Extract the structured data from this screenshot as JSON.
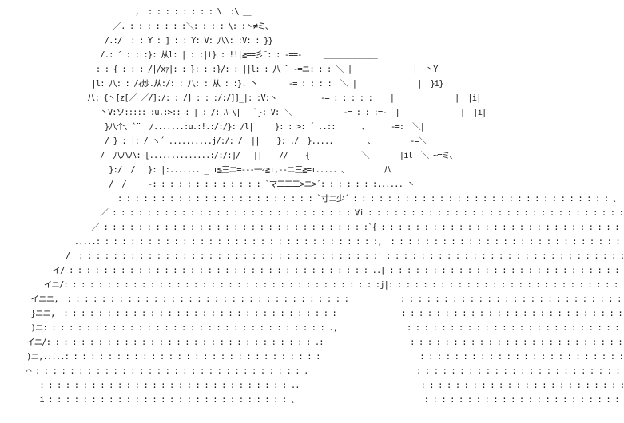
{
  "ascii_art": {
    "lines": [
      "                              ,  : : : : : : : : \\  :\\ ＿",
      "                         ／. : : : : : : :＼: : : : \\: :丶≠ミ、",
      "                       /.:/  : : Y : ] : : Y: V:_八\\: :V: : }}_",
      "                      /.: ′ : : :}: 从l: | : :|t} : !!|≧==彡¨: : -==-     ＿＿＿＿＿＿＿",
      "                     : : { : : : /|/xｧ|: : }: : :}/: : ||l: : 八 ¨ -=ニ: : : ＼ |              |  丶Y",
      "                    |l: 八: : /ｨ炒.从:/: : 八: : 从 : :}. 丶       -= : : : :  ＼ |              |  }i}",
      "                   八: {丶[z[／ ／/]:/: : /] : : :/:/]]_|: :V:丶          -= : : : : :    |              |  |i|",
      "                      丶V:ソ:::::_:u.:>:: : | : /: ﾊ \\|   `}: V: ＼  __        -= : : :=-  |              |  |i|",
      "                       }八个、`¨  /.......:u.:!.:/:/}: /l|     }: : >: ´ ..::      、     -=:  ＼|",
      "                       / } : |: / ヽ´ ..........j/:/: /  ||    }: ./  }.....        、        -=＼",
      "                      /  八ハハ: [..............:/:/:]/   ||    //    {            ＼       |il  ＼ ~=ミ、",
      "                        }:/  /   }: |:....... _ ı≦三ニ=---一ｨ≧ı,--ニ三≧=ı..... 、        八",
      "                        /  /     -: : : : : : : : : : : : : `マ二二二>ニ>´: : : : : : :...... 丶",
      "                          : : : : : : : : : : : : : : : : : : : : : : : `寸ニ少´ : : : : : : : : : : : : : : : : : : : : : : : : : : : : : : 、",
      "                      ／ : : : : : : : : : : : : : : : : : : : : : : : : : : : : ∀i : : : : : : : : : : : : : : : : : : : : : : : : : : : : : : ＼",
      "                    ／ : : : : : : : : : : : : : : : : : : : : : : : : : : : : : : :`{ : : : : : : : : : : : : : : : : : : : : : : : : : : : : : : : : :丶",
      "                .....: : : : : : : : : : : : : : : : : : : : : : : : : : : : : : : : :,  : : : : : : : : : : : : : : : : : : : : : : : : : : : : : : : : : : :.....＼",
      "              /  : : : : : : : : : : : : : : : : : : : : : : : : : : : : : : : : : : :' : : : : : : : : : : : : : : : : : : : : : : : : : : : : : : : : : : : : :",
      "           イ/ : : : : : : : : : : : : : : : : : : : : : : : : : : : : : : : : : : : ..[ : : : : : : : : : : : : : : : : : : : : : : : : : : : : : : : : : : :......丶≧ı、",
      "         イニ/: : : : : : : : : : : : : : : : : : : : : : : : : : : : : : : : : : : : :j|: : : : : : : : : : : : : : : : : : : : : : : : : : : : : : : : : : : : :.....丶ニム",
      "      イニニ,  : : : : : : : : : : : : : : : : : : : : : : : : : : : : : : : : :            : : : : : : : : : : : : : : : : : : : : : : : : : : : : : : : : : : :寸ム",
      "      }ニニ,  : : : : : : : : : : : : : : : : : : : : : : : : : : : : : : : :               : : : : : : : : : : : : : : : : : : : : : : : : : : : : : : : : : : ..Vニ(",
      "      )ニ: : : : : : : : : : : : : : : : : : : : : : : : : : : : : : : : : .,                : : : : : : : : : : : : : : : : : : : : : : : : : : : : : : : : : : :Vニム",
      "     イニ/: : : : : : : : : : : : : : : : : : : : : : : : : : : : : : : .:                    : : : : : : : : : : : : : : : : : : : : : : : : : : : : : : : : : Vニi",
      "     )ニ,.....: : : : : : : : : : : : : : : : : : : : : : : : : : : : : :                       : : : : : : : : : : : : : : : : : : : : : : : : : : : : : : : ..´ニニ(",
      "     ⌒ : : : : : : : : : : : : : : : : : : : : : : : : : : : : : : : .                         : : : : : : : : : : : : : : : : : : : : : : : : : : : : : : : : ⌒",
      "        : : : : : : : : : : : : : : : : : : : : : : : : : : : : : ..                            : : : : : : : : : : : : : : : : : : : : : : : : : : : : : : :",
      "        i : : : : : : : : : : : : : : : : : : : : : : : : : : : : 、                             : : : : : : : : : : : : : : : : : : : : : : : : : : : : : ....i"
    ]
  }
}
